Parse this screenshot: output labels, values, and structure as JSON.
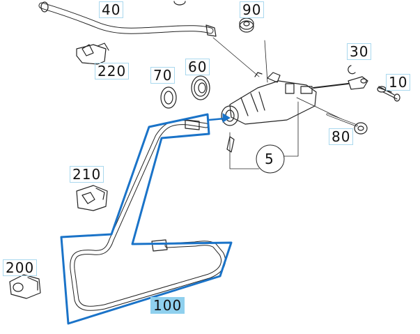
{
  "callouts": {
    "c40": "40",
    "c90": "90",
    "c30": "30",
    "c10": "10",
    "c220": "220",
    "c70": "70",
    "c60": "60",
    "c80": "80",
    "c5": "5",
    "c210": "210",
    "c200": "200",
    "c100": "100"
  },
  "colors": {
    "highlight_outline": "#1a73c8",
    "selected_label_bg": "#8fd0ee",
    "label_border": "#a9d8ee",
    "line_art": "#222222"
  }
}
